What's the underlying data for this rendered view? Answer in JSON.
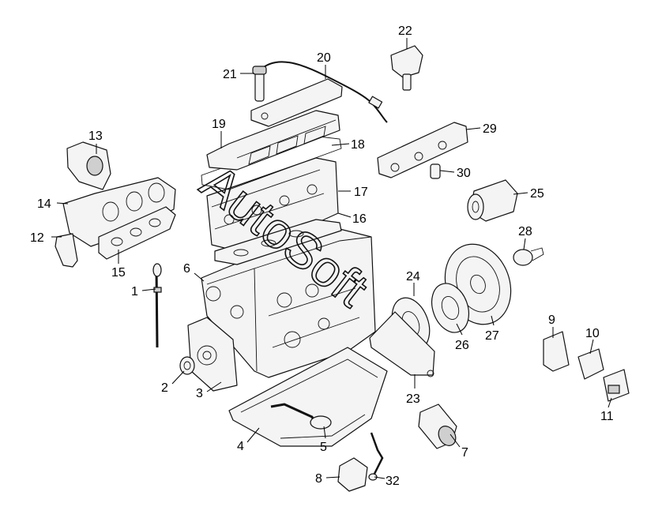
{
  "diagram": {
    "callouts": [
      {
        "id": "c1",
        "label": "1"
      },
      {
        "id": "c2",
        "label": "2"
      },
      {
        "id": "c3",
        "label": "3"
      },
      {
        "id": "c4",
        "label": "4"
      },
      {
        "id": "c5",
        "label": "5"
      },
      {
        "id": "c6",
        "label": "6"
      },
      {
        "id": "c7",
        "label": "7"
      },
      {
        "id": "c8",
        "label": "8"
      },
      {
        "id": "c9",
        "label": "9"
      },
      {
        "id": "c10",
        "label": "10"
      },
      {
        "id": "c11",
        "label": "11"
      },
      {
        "id": "c12",
        "label": "12"
      },
      {
        "id": "c13",
        "label": "13"
      },
      {
        "id": "c14",
        "label": "14"
      },
      {
        "id": "c15",
        "label": "15"
      },
      {
        "id": "c16",
        "label": "16"
      },
      {
        "id": "c17",
        "label": "17"
      },
      {
        "id": "c18",
        "label": "18"
      },
      {
        "id": "c19",
        "label": "19"
      },
      {
        "id": "c20",
        "label": "20"
      },
      {
        "id": "c21",
        "label": "21"
      },
      {
        "id": "c22",
        "label": "22"
      },
      {
        "id": "c23",
        "label": "23"
      },
      {
        "id": "c24",
        "label": "24"
      },
      {
        "id": "c25",
        "label": "25"
      },
      {
        "id": "c26",
        "label": "26"
      },
      {
        "id": "c27",
        "label": "27"
      },
      {
        "id": "c28",
        "label": "28"
      },
      {
        "id": "c29",
        "label": "29"
      },
      {
        "id": "c30",
        "label": "30"
      },
      {
        "id": "c32",
        "label": "32"
      }
    ]
  },
  "watermark": {
    "text": "AutoSoft",
    "style": "outlined diagonal lettering"
  }
}
